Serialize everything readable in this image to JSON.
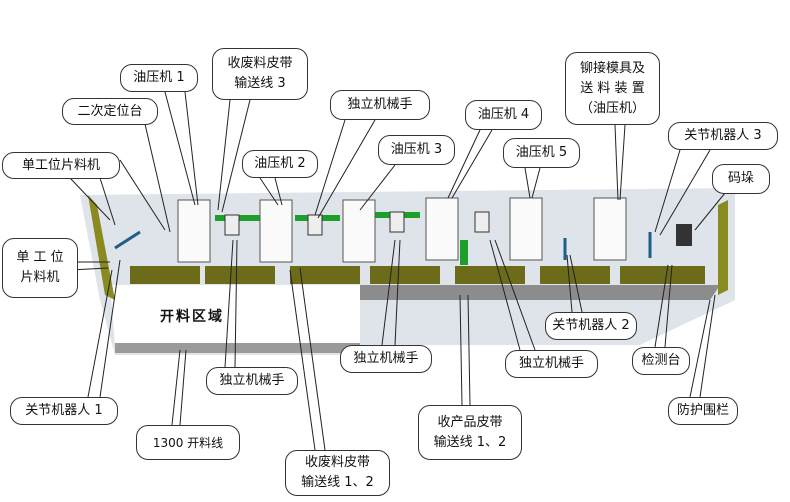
{
  "title": "1300 开料线 生产线布局",
  "area_label": "开料区域",
  "labels": {
    "single_station_1": "单工位片料机",
    "single_station_2_l1": "单 工 位",
    "single_station_2_l2": "片料机",
    "secondary_positioning": "二次定位台",
    "press1": "油压机 1",
    "scrap_belt3_l1": "收废料皮带",
    "scrap_belt3_l2": "输送线 3",
    "manipulator_top": "独立机械手",
    "press2": "油压机 2",
    "press3": "油压机 3",
    "press4": "油压机 4",
    "press5": "油压机 5",
    "riveting_l1": "铆接模具及",
    "riveting_l2": "送 料 装 置",
    "riveting_l3": "（油压机）",
    "robot3": "关节机器人 3",
    "stacking": "码垛",
    "robot2": "关节机器人 2",
    "inspection": "检测台",
    "manipulator_mid": "独立机械手",
    "manipulator_right": "独立机械手",
    "manipulator_left": "独立机械手",
    "fence": "防护围栏",
    "robot1": "关节机器人 1",
    "line": "1300 开料线",
    "product_belt_l1": "收产品皮带",
    "product_belt_l2": "输送线 1、2",
    "scrap_belt12_l1": "收废料皮带",
    "scrap_belt12_l2": "输送线 1、2"
  }
}
